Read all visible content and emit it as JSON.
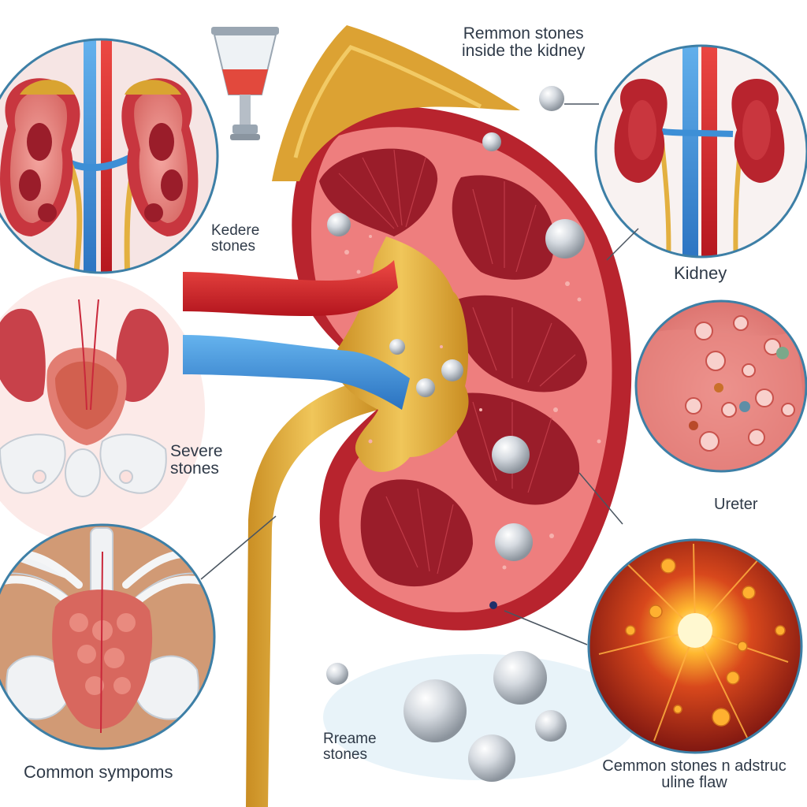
{
  "labels": {
    "top_title": [
      "Remmon stones",
      "inside the kidney"
    ],
    "kedere": [
      "Kedere",
      "stones"
    ],
    "severe": [
      "Severe",
      "stones"
    ],
    "common_symptoms": "Common sympoms",
    "kidney": "Kidney",
    "ureter": "Ureter",
    "rreame": [
      "Rreame",
      "stones"
    ],
    "bottom_right": [
      "Cemmon stones n adstruc",
      "uline flaw"
    ]
  },
  "colors": {
    "kidney_outer": "#b8242e",
    "kidney_cortex": "#ef8080",
    "pyramid": "#9a1d2a",
    "pelvis_gold": "#e3b040",
    "vein_blue": "#3d8fd6",
    "artery_red": "#d8252c",
    "stone_silver": "#c9cfd6",
    "circle_border": "#3d7fa6",
    "label_text": "#2f3a48"
  }
}
